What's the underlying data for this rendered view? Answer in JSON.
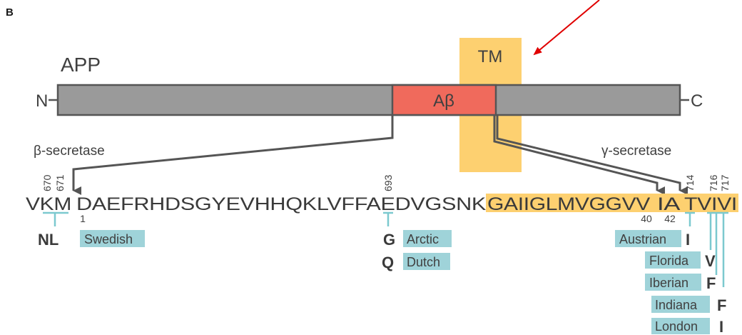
{
  "panel_label": "B",
  "protein": {
    "name": "APP",
    "n_terminus": "N",
    "c_terminus": "C",
    "abeta_label": "Aβ",
    "tm_label": "TM"
  },
  "enzymes": {
    "beta": "β-secretase",
    "gamma": "γ-secretase"
  },
  "sequence": {
    "prefix": "VKM",
    "main": "DAEFRHDSGYEVHHQKLVFFAEDVGSNK",
    "tm_part": "GAIIGLMVGGVV",
    "ia": "IA",
    "tail": "TVIVI"
  },
  "position_labels": {
    "p670": "670",
    "p671": "671",
    "p693": "693",
    "p714": "714",
    "p716": "716",
    "p717": "717",
    "p1": "1",
    "p40": "40",
    "p42": "42"
  },
  "mutations": {
    "swedish": {
      "aa": "NL",
      "name": "Swedish"
    },
    "arctic": {
      "aa": "G",
      "name": "Arctic"
    },
    "dutch": {
      "aa": "Q",
      "name": "Dutch"
    },
    "austrian": {
      "aa": "I",
      "name": "Austrian"
    },
    "florida": {
      "aa": "V",
      "name": "Florida"
    },
    "iberian": {
      "aa": "F",
      "name": "Iberian"
    },
    "indiana": {
      "aa": "F",
      "name": "Indiana"
    },
    "london": {
      "aa": "I",
      "name": "London"
    }
  },
  "colors": {
    "bar": "#9a9a9a",
    "abeta": "#f06a5c",
    "tm": "#fdd070",
    "mutation_tag": "#9fd3d9",
    "arrow": "#e00000",
    "line": "#555555"
  }
}
